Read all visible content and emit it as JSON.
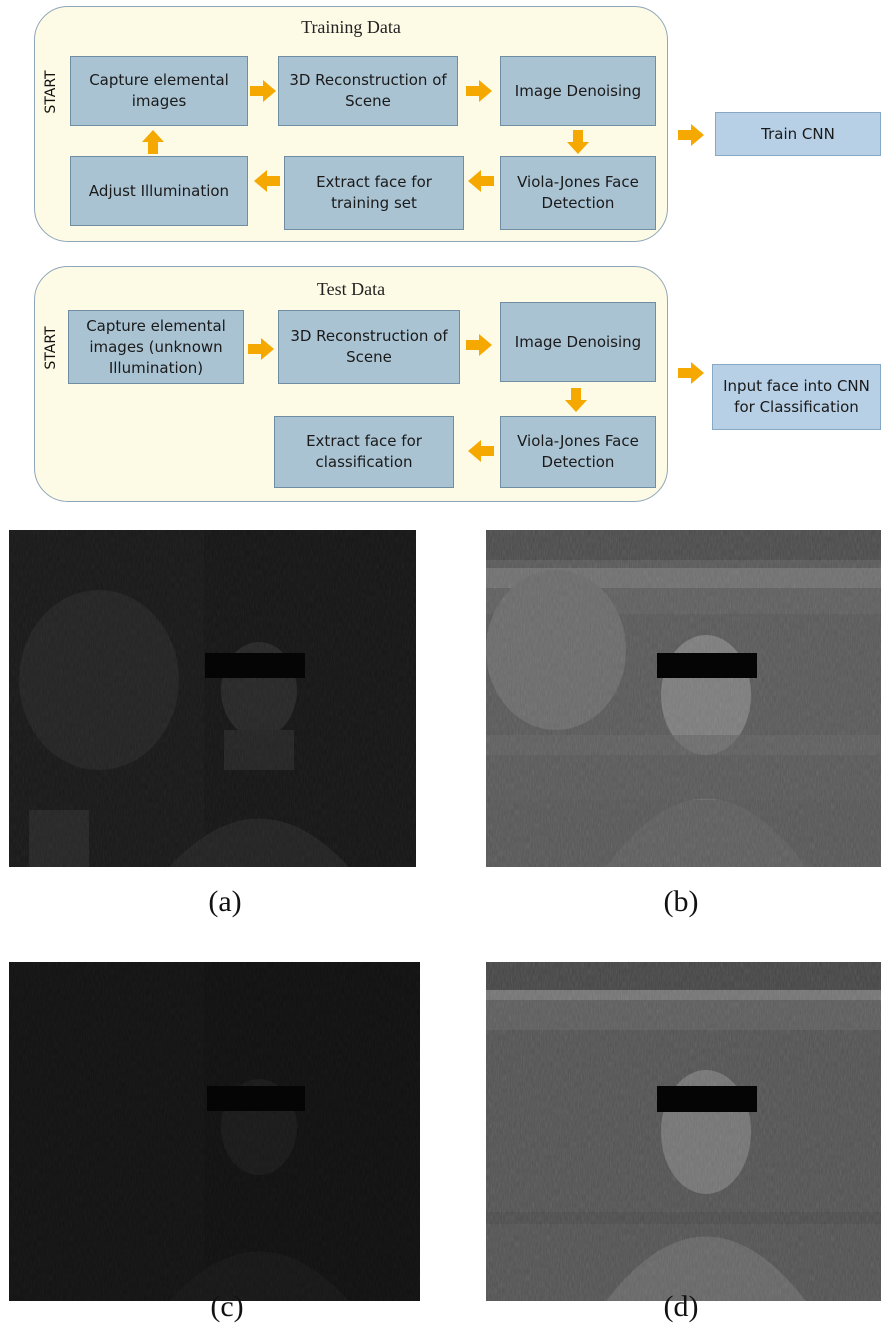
{
  "training": {
    "title": "Training Data",
    "start": "START",
    "capture": "Capture elemental\nimages",
    "recon": "3D Reconstruction of\nScene",
    "denoise": "Image Denoising",
    "adjust": "Adjust Illumination",
    "extract": "Extract face for\ntraining set",
    "viola": "Viola-Jones Face\nDetection",
    "output": "Train CNN"
  },
  "test": {
    "title": "Test Data",
    "start": "START",
    "capture": "Capture elemental\nimages (unknown\nIllumination)",
    "recon": "3D Reconstruction of\nScene",
    "denoise": "Image Denoising",
    "extract": "Extract face for\nclassification",
    "viola": "Viola-Jones Face\nDetection",
    "output": "Input face into CNN\nfor Classification"
  },
  "figures": {
    "a": "(a)",
    "b": "(b)",
    "c": "(c)",
    "d": "(d)"
  },
  "colors": {
    "arrow": "#f5a800",
    "panel_bg": "#fdfbe6",
    "box_bg": "#aac3d3"
  }
}
